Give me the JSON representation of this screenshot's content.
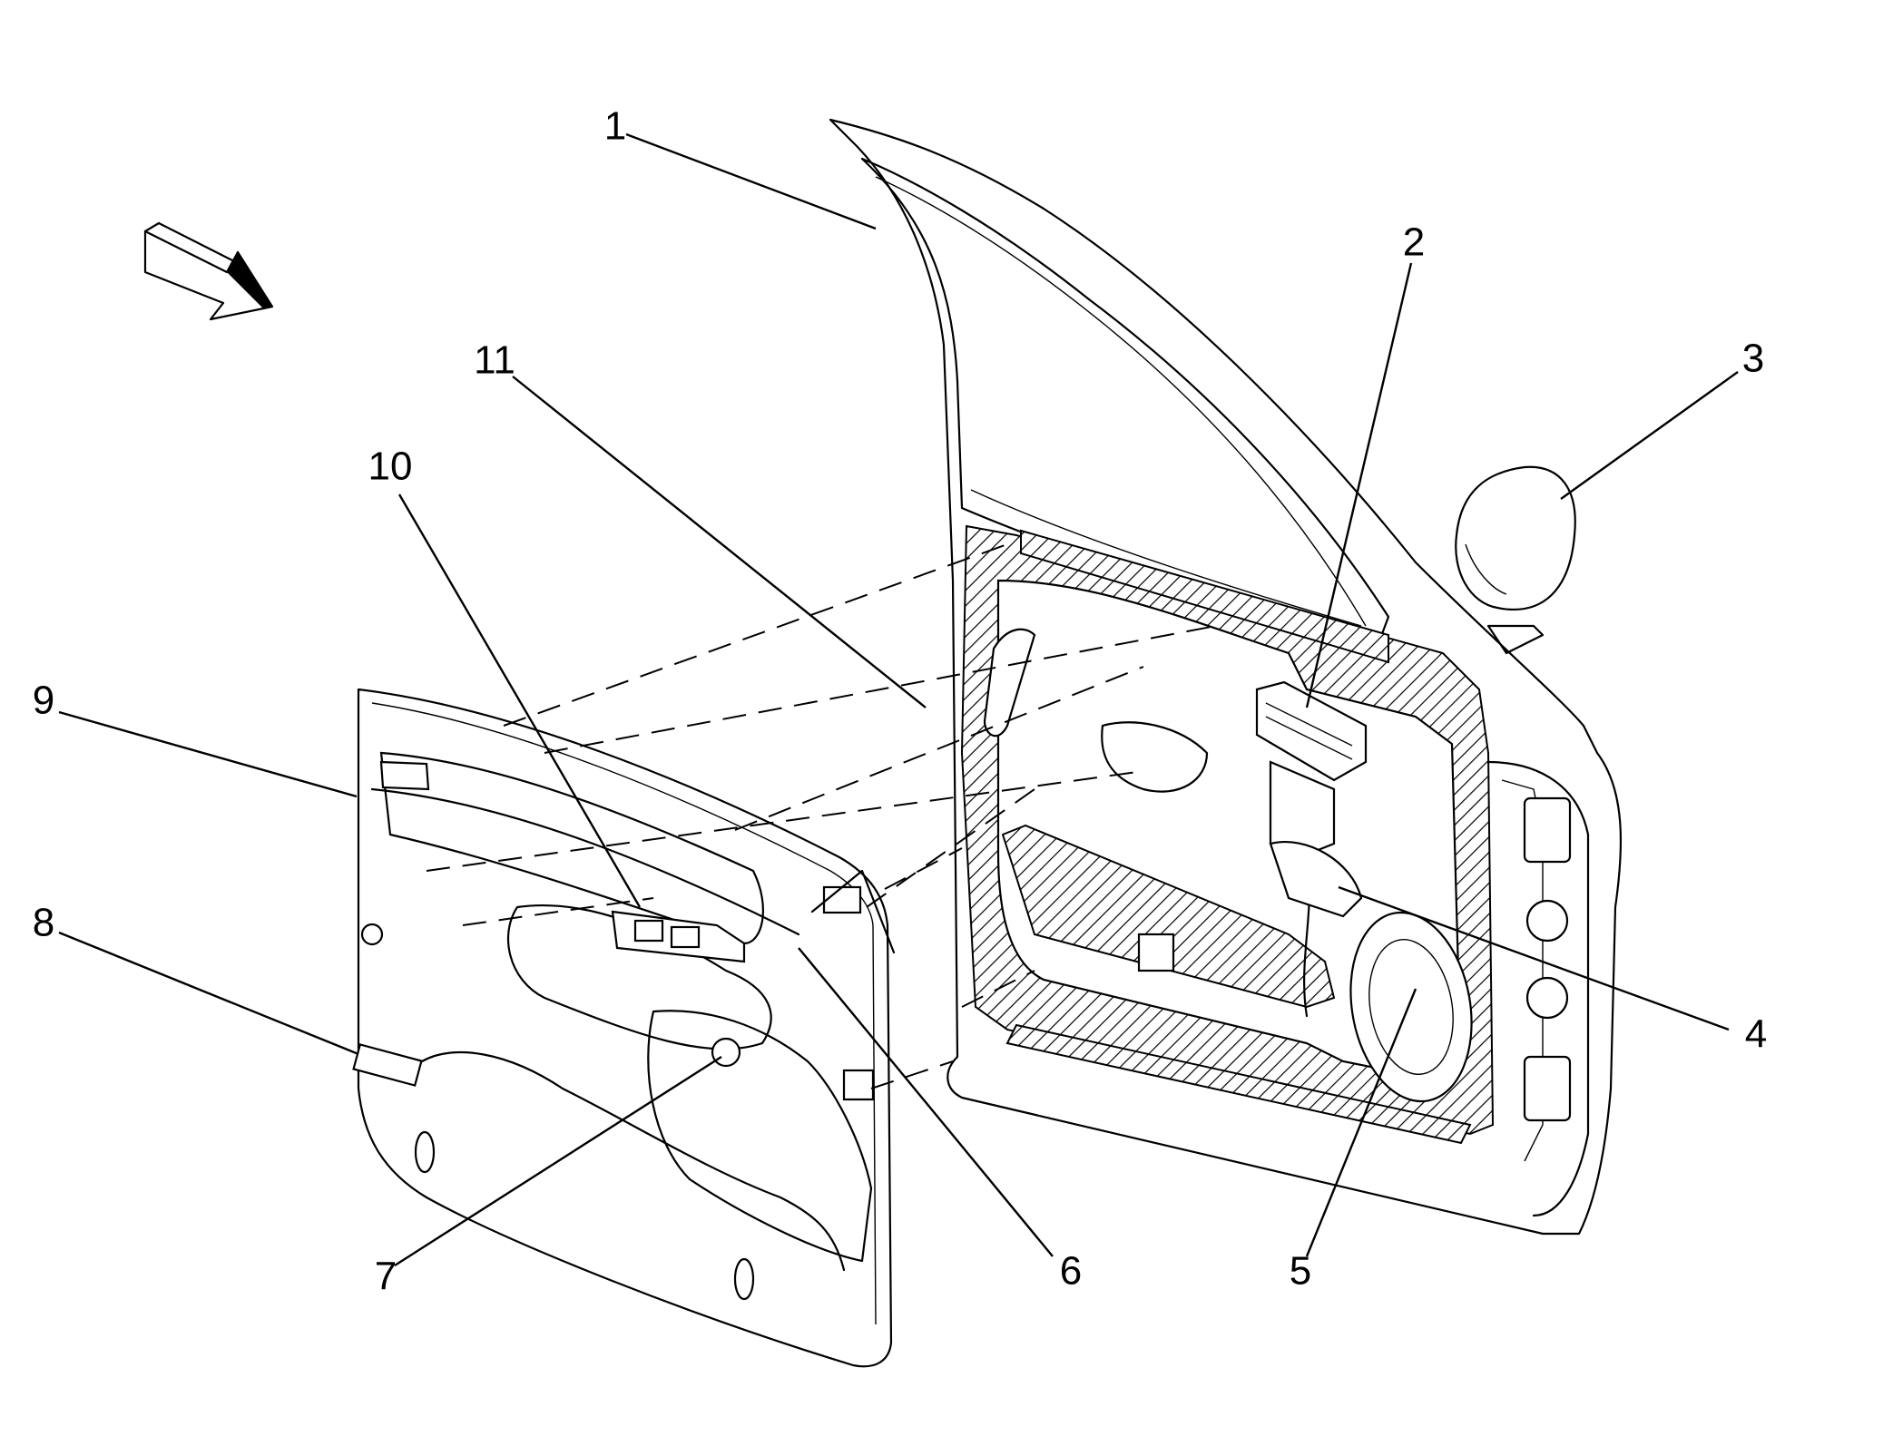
{
  "callouts": [
    {
      "id": "1"
    },
    {
      "id": "2"
    },
    {
      "id": "3"
    },
    {
      "id": "4"
    },
    {
      "id": "5"
    },
    {
      "id": "6"
    },
    {
      "id": "7"
    },
    {
      "id": "8"
    },
    {
      "id": "9"
    },
    {
      "id": "10"
    },
    {
      "id": "11"
    }
  ],
  "colors": {
    "ink": "#000000",
    "background": "#ffffff"
  }
}
